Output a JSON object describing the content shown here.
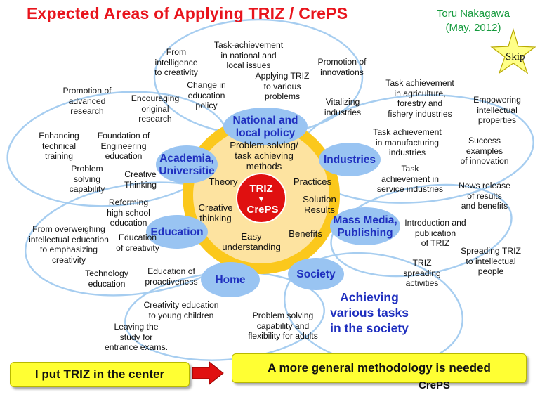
{
  "title": "Expected Areas of Applying TRIZ / CrePS",
  "author": {
    "name": "Toru Nakagawa",
    "date": "(May, 2012)"
  },
  "skip_label": "Skip",
  "center": {
    "top": "TRIZ",
    "arrow": "▼",
    "bottom": "CrePS"
  },
  "core_terms": {
    "problem_solving": [
      "Problem solving/",
      "task achieving",
      "methods"
    ],
    "theory": "Theory",
    "practices": "Practices",
    "creative_thinking": [
      "Creative",
      "thinking"
    ],
    "solution_results": [
      "Solution",
      "Results"
    ],
    "easy_understanding": [
      "Easy",
      "understanding"
    ],
    "benefits": "Benefits"
  },
  "hubs": {
    "national": [
      "National and",
      "local policy"
    ],
    "industries": "Industries",
    "academia": [
      "Academia,",
      "Universitie"
    ],
    "education": "Education",
    "mass_media": [
      "Mass Media,",
      "Publishing"
    ],
    "society": "Society",
    "home": "Home"
  },
  "areas": {
    "national_local": [
      "Task-achievement",
      "in national and",
      "local issues"
    ],
    "promotion_innovations": [
      "Promotion of",
      "innovations"
    ],
    "applying_triz": [
      "Applying TRIZ",
      "to various",
      "problems"
    ],
    "from_intelligence": [
      "From",
      "intelligence",
      "to creativity"
    ],
    "change_education": [
      "Change in",
      "education",
      "policy"
    ],
    "vitalizing": [
      "Vitalizing",
      "industries"
    ],
    "agriculture": [
      "Task achievement",
      "in agriculture,",
      "forestry and",
      "fishery industries"
    ],
    "empowering": [
      "Empowering",
      "intellectual",
      "properties"
    ],
    "manufacturing": [
      "Task achievement",
      "in manufacturing",
      "industries"
    ],
    "success_examples": [
      "Success",
      "examples",
      "of innovation"
    ],
    "service": [
      "Task",
      "achievement in",
      "service industries"
    ],
    "news_release": [
      "News release",
      "of results",
      "and benefits"
    ],
    "intro_publication": [
      "Introduction and",
      "publication",
      "of TRIZ"
    ],
    "spreading_people": [
      "Spreading TRIZ",
      "to intellectual",
      "people"
    ],
    "spreading_activities": [
      "TRIZ",
      "spreading",
      "activities"
    ],
    "promotion_research": [
      "Promotion of",
      "advanced",
      "research"
    ],
    "encouraging": [
      "Encouraging",
      "original",
      "research"
    ],
    "technical_training": [
      "Enhancing",
      "technical",
      "training"
    ],
    "foundation_engineering": [
      "Foundation of",
      "Engineering",
      "education"
    ],
    "problem_solving_capability": [
      "Problem",
      "solving",
      "capability"
    ],
    "creative_thinking_academia": [
      "Creative",
      "Thinking"
    ],
    "reforming": [
      "Reforming",
      "high school",
      "education"
    ],
    "overweighing": [
      "From overweighing",
      "intellectual education",
      "to emphasizing",
      "creativity"
    ],
    "education_creativity": [
      "Education",
      "of creativity"
    ],
    "technology_education": [
      "Technology",
      "education"
    ],
    "proactiveness": [
      "Education of",
      "proactiveness"
    ],
    "young_children": [
      "Creativity education",
      "to young children"
    ],
    "leaving_study": [
      "Leaving the",
      "study for",
      "entrance exams."
    ],
    "problem_solving_adults": [
      "Problem solving",
      "capability and",
      "flexibility for adults"
    ]
  },
  "achieving": [
    "Achieving",
    "various tasks",
    "in the society"
  ],
  "bottom": {
    "left": "I put TRIZ in the center",
    "right": "A more general methodology is needed",
    "creps": "CrePS"
  },
  "colors": {
    "title": "#e8141c",
    "author": "#169b3e",
    "hub_fill": "#99c4f2",
    "hub_text": "#1f2fbf",
    "petal_stroke": "#a6cdf0",
    "disk_ring": "#fbc81c",
    "disk_inner": "#fde3a0",
    "center_fill": "#e01010",
    "note_fill": "#ffff33",
    "arrow": "#e01010"
  }
}
